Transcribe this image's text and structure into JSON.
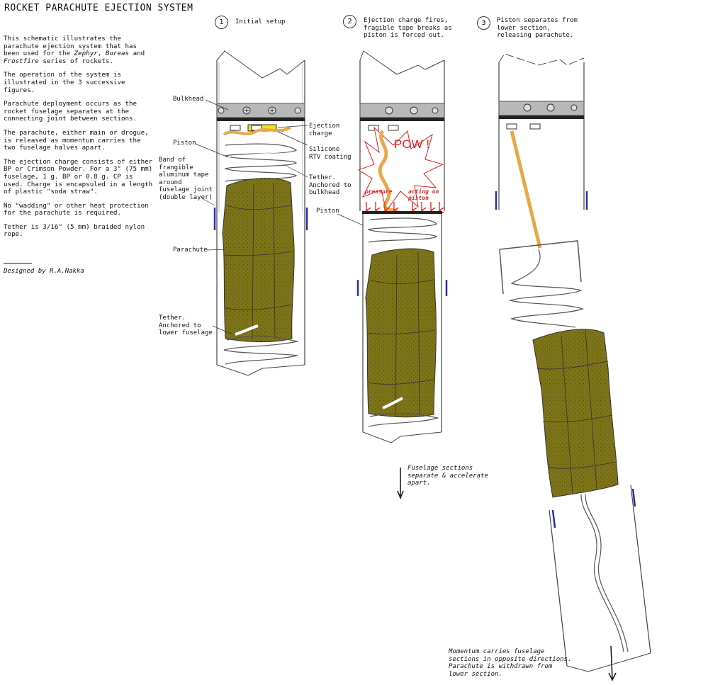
{
  "title": "ROCKET PARACHUTE EJECTION SYSTEM",
  "intro": {
    "p1_pre": "This schematic illustrates the parachute ejection system that has been used for the ",
    "rocket1": "Zephyr",
    "sep1": ", ",
    "rocket2": "Boreas",
    "sep2": " and ",
    "rocket3": "Frostfire",
    "p1_post": " series of rockets.",
    "p2": "The operation of the system is illustrated in the 3 successive figures.",
    "p3": "Parachute deployment occurs as the rocket fuselage separates at the connecting joint between sections.",
    "p4": "The parachute, either main or drogue, is released as momentum carries the two fuselage halves apart.",
    "p5": "The ejection charge consists of either BP or Crimson Powder. For a 3\" (75 mm) fuselage, 1 g. BP or 0.8 g. CP is used. Charge is encapsuled in a length of plastic \"soda straw\".",
    "p6": "No \"wadding\" or other heat protection for the parachute is required.",
    "p7": "Tether is 3/16\" (5 mm) braided nylon rope."
  },
  "designer": "Designed by R.A.Nakka",
  "steps": [
    {
      "num": "1",
      "label": "Initial setup"
    },
    {
      "num": "2",
      "label": "Ejection charge fires, fragible tape breaks as piston is forced out."
    },
    {
      "num": "3",
      "label": "Piston separates from lower section, releasing parachute."
    }
  ],
  "labels": {
    "bulkhead": "Bulkhead",
    "piston": "Piston",
    "band": "Band of frangible aluminum tape around fuselage joint (double layer)",
    "parachute": "Parachute",
    "tether_lower": "Tether. Anchored to lower fuselage",
    "ejection_charge": "Ejection charge",
    "silicone": "Silicone RTV coating",
    "tether_bulkhead": "Tether. Anchored to bulkhead",
    "piston2": "Piston",
    "pow": "POW !",
    "pressure": "pressure",
    "acting": "acting on piston"
  },
  "notes": {
    "fuselage_sep": "Fuselage sections separate & accelerate apart.",
    "momentum": "Momentum carries fuselage sections in opposite directions. Parachute is withdrawn from lower section."
  },
  "colors": {
    "parachute": "#7d7318",
    "bulkhead": "#b8b8b8",
    "charge": "#f2e21a",
    "tether": "#e8a84a",
    "pow": "#e02020",
    "band": "#2b2bb0"
  }
}
